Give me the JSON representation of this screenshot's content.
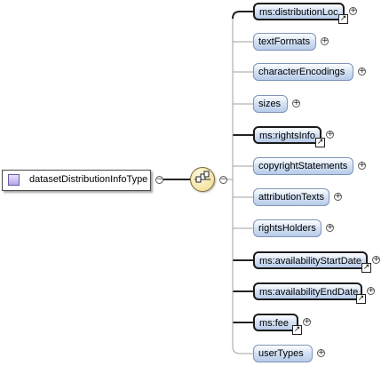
{
  "root": {
    "label": "datasetDistributionInfoType",
    "collapse_symbol": "−"
  },
  "sequence": {
    "collapse_symbol": "−"
  },
  "children": [
    {
      "label": "ms:distributionLoc",
      "reference": true,
      "expand_symbol": "+"
    },
    {
      "label": "textFormats",
      "reference": false,
      "expand_symbol": "+"
    },
    {
      "label": "characterEncodings",
      "reference": false,
      "expand_symbol": "+"
    },
    {
      "label": "sizes",
      "reference": false,
      "expand_symbol": "+"
    },
    {
      "label": "ms:rightsInfo",
      "reference": true,
      "expand_symbol": "+"
    },
    {
      "label": "copyrightStatements",
      "reference": false,
      "expand_symbol": "+"
    },
    {
      "label": "attributionTexts",
      "reference": false,
      "expand_symbol": "+"
    },
    {
      "label": "rightsHolders",
      "reference": false,
      "expand_symbol": "+"
    },
    {
      "label": "ms:availabilityStartDate",
      "reference": true,
      "expand_symbol": "+"
    },
    {
      "label": "ms:availabilityEndDate",
      "reference": true,
      "expand_symbol": "+"
    },
    {
      "label": "ms:fee",
      "reference": true,
      "expand_symbol": "+"
    },
    {
      "label": "userTypes",
      "reference": false,
      "expand_symbol": "+"
    }
  ],
  "icons": {
    "type": "complex-type-icon",
    "sequence": "sequence-compositor-icon",
    "reference": "reference-arrow-icon"
  },
  "colors": {
    "node_fill": "#c9daf0",
    "node_border": "#7e95b8",
    "sequence_fill": "#f3e3a0",
    "type_icon": "#b8a6e8"
  }
}
